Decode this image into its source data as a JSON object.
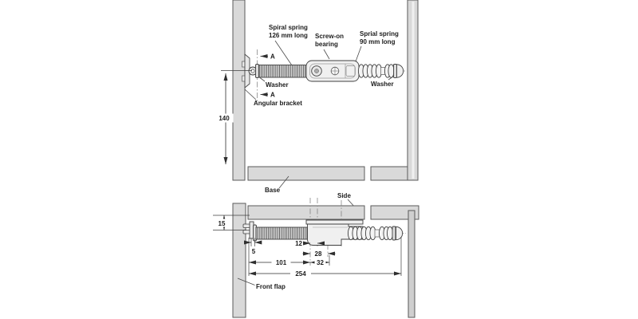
{
  "colors": {
    "panel_fill": "#d9d9d9",
    "panel_edge": "#5a5a5a",
    "drawing_line": "#3f3f3f",
    "metal_fill": "#f0f0f0",
    "text": "#1c1c1c",
    "background": "#ffffff"
  },
  "top_view": {
    "labels": {
      "spring126_l1": "Spiral spring",
      "spring126_l2": "126 mm long",
      "bearing_l1": "Screw-on",
      "bearing_l2": "bearing",
      "spring90_l1": "Sprial spring",
      "spring90_l2": "90 mm long",
      "washer_left": "Washer",
      "washer_right": "Washer",
      "angular_bracket": "Angular bracket",
      "section_top": "A",
      "section_bottom": "A"
    },
    "dims": {
      "height": "140"
    }
  },
  "base_label": "Base",
  "side_label": "Side",
  "bottom_view": {
    "labels": {
      "front_flap": "Front flap"
    },
    "dims": {
      "panel_offset": "15",
      "hook": "5",
      "d12": "12",
      "d28": "28",
      "d101": "101",
      "d32": "32",
      "d254": "254"
    }
  }
}
